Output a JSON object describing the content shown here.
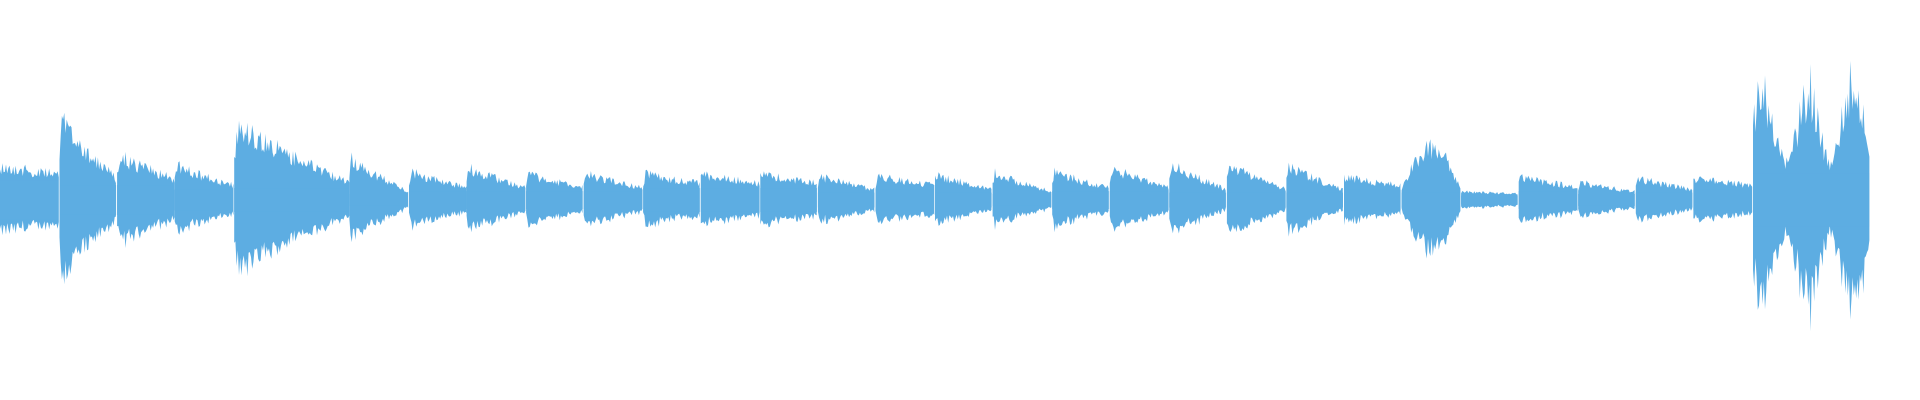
{
  "waveform": {
    "color": "#5dade2",
    "background": "#ffffff",
    "center_line": 0.5,
    "segments": [
      {
        "start": 0.0,
        "end": 0.031,
        "peak": 0.16,
        "end_peak": 0.12,
        "floor": 0.08,
        "shape": "steady"
      },
      {
        "start": 0.031,
        "end": 0.061,
        "peak": 0.41,
        "end_peak": 0.1,
        "floor": 0.05,
        "shape": "decay"
      },
      {
        "start": 0.061,
        "end": 0.091,
        "peak": 0.22,
        "end_peak": 0.1,
        "floor": 0.04,
        "shape": "decay"
      },
      {
        "start": 0.091,
        "end": 0.122,
        "peak": 0.17,
        "end_peak": 0.07,
        "floor": 0.03,
        "shape": "decay"
      },
      {
        "start": 0.122,
        "end": 0.182,
        "peak": 0.38,
        "end_peak": 0.08,
        "floor": 0.03,
        "shape": "decay"
      },
      {
        "start": 0.182,
        "end": 0.213,
        "peak": 0.21,
        "end_peak": 0.04,
        "floor": 0.02,
        "shape": "decay"
      },
      {
        "start": 0.213,
        "end": 0.243,
        "peak": 0.14,
        "end_peak": 0.06,
        "floor": 0.02,
        "shape": "decay"
      },
      {
        "start": 0.243,
        "end": 0.274,
        "peak": 0.16,
        "end_peak": 0.06,
        "floor": 0.02,
        "shape": "decay"
      },
      {
        "start": 0.274,
        "end": 0.304,
        "peak": 0.13,
        "end_peak": 0.06,
        "floor": 0.02,
        "shape": "decay"
      },
      {
        "start": 0.304,
        "end": 0.335,
        "peak": 0.13,
        "end_peak": 0.06,
        "floor": 0.02,
        "shape": "decay"
      },
      {
        "start": 0.335,
        "end": 0.365,
        "peak": 0.13,
        "end_peak": 0.08,
        "floor": 0.03,
        "shape": "decay"
      },
      {
        "start": 0.365,
        "end": 0.396,
        "peak": 0.12,
        "end_peak": 0.08,
        "floor": 0.03,
        "shape": "steady"
      },
      {
        "start": 0.396,
        "end": 0.426,
        "peak": 0.12,
        "end_peak": 0.08,
        "floor": 0.03,
        "shape": "steady"
      },
      {
        "start": 0.426,
        "end": 0.456,
        "peak": 0.12,
        "end_peak": 0.05,
        "floor": 0.02,
        "shape": "decay"
      },
      {
        "start": 0.456,
        "end": 0.487,
        "peak": 0.12,
        "end_peak": 0.07,
        "floor": 0.03,
        "shape": "decay"
      },
      {
        "start": 0.487,
        "end": 0.517,
        "peak": 0.12,
        "end_peak": 0.05,
        "floor": 0.02,
        "shape": "steady"
      },
      {
        "start": 0.517,
        "end": 0.548,
        "peak": 0.14,
        "end_peak": 0.04,
        "floor": 0.02,
        "shape": "decay"
      },
      {
        "start": 0.548,
        "end": 0.578,
        "peak": 0.14,
        "end_peak": 0.06,
        "floor": 0.02,
        "shape": "decay"
      },
      {
        "start": 0.578,
        "end": 0.609,
        "peak": 0.16,
        "end_peak": 0.06,
        "floor": 0.02,
        "shape": "decay"
      },
      {
        "start": 0.609,
        "end": 0.639,
        "peak": 0.18,
        "end_peak": 0.05,
        "floor": 0.02,
        "shape": "decay"
      },
      {
        "start": 0.639,
        "end": 0.67,
        "peak": 0.18,
        "end_peak": 0.05,
        "floor": 0.02,
        "shape": "decay"
      },
      {
        "start": 0.67,
        "end": 0.7,
        "peak": 0.17,
        "end_peak": 0.05,
        "floor": 0.02,
        "shape": "decay"
      },
      {
        "start": 0.7,
        "end": 0.73,
        "peak": 0.11,
        "end_peak": 0.07,
        "floor": 0.03,
        "shape": "steady"
      },
      {
        "start": 0.73,
        "end": 0.761,
        "peak": 0.25,
        "end_peak": 0.05,
        "floor": 0.02,
        "shape": "swell"
      },
      {
        "start": 0.761,
        "end": 0.791,
        "peak": 0.04,
        "end_peak": 0.03,
        "floor": 0.01,
        "shape": "steady"
      },
      {
        "start": 0.791,
        "end": 0.822,
        "peak": 0.11,
        "end_peak": 0.06,
        "floor": 0.03,
        "shape": "steady"
      },
      {
        "start": 0.822,
        "end": 0.852,
        "peak": 0.09,
        "end_peak": 0.04,
        "floor": 0.02,
        "shape": "decay"
      },
      {
        "start": 0.852,
        "end": 0.882,
        "peak": 0.11,
        "end_peak": 0.05,
        "floor": 0.02,
        "shape": "decay"
      },
      {
        "start": 0.882,
        "end": 0.913,
        "peak": 0.1,
        "end_peak": 0.07,
        "floor": 0.03,
        "shape": "steady"
      },
      {
        "start": 0.913,
        "end": 0.974,
        "peak": 0.6,
        "end_peak": 0.18,
        "floor": 0.08,
        "shape": "burst"
      }
    ]
  }
}
